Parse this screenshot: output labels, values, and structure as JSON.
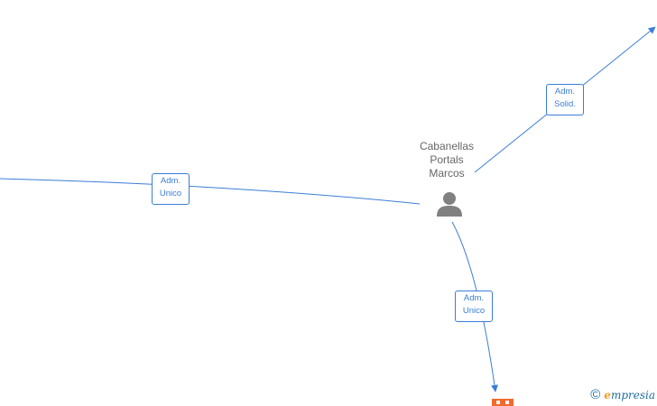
{
  "center_node": {
    "name_lines": [
      "Cabanellas",
      "Portals",
      "Marcos"
    ],
    "icon": "person-icon"
  },
  "edges": [
    {
      "id": "edge-left",
      "label_lines": [
        "Adm.",
        "Unico"
      ]
    },
    {
      "id": "edge-top-right",
      "label_lines": [
        "Adm.",
        "Solid."
      ]
    },
    {
      "id": "edge-bottom",
      "label_lines": [
        "Adm.",
        "Unico"
      ]
    }
  ],
  "bottom_node": {
    "icon": "company-icon"
  },
  "footer": {
    "copyright_symbol": "©",
    "brand_first": "e",
    "brand_rest": "mpresia"
  },
  "colors": {
    "edge": "#3b7dd8",
    "node_text": "#666666",
    "person": "#808080",
    "company": "#f26a2e"
  }
}
